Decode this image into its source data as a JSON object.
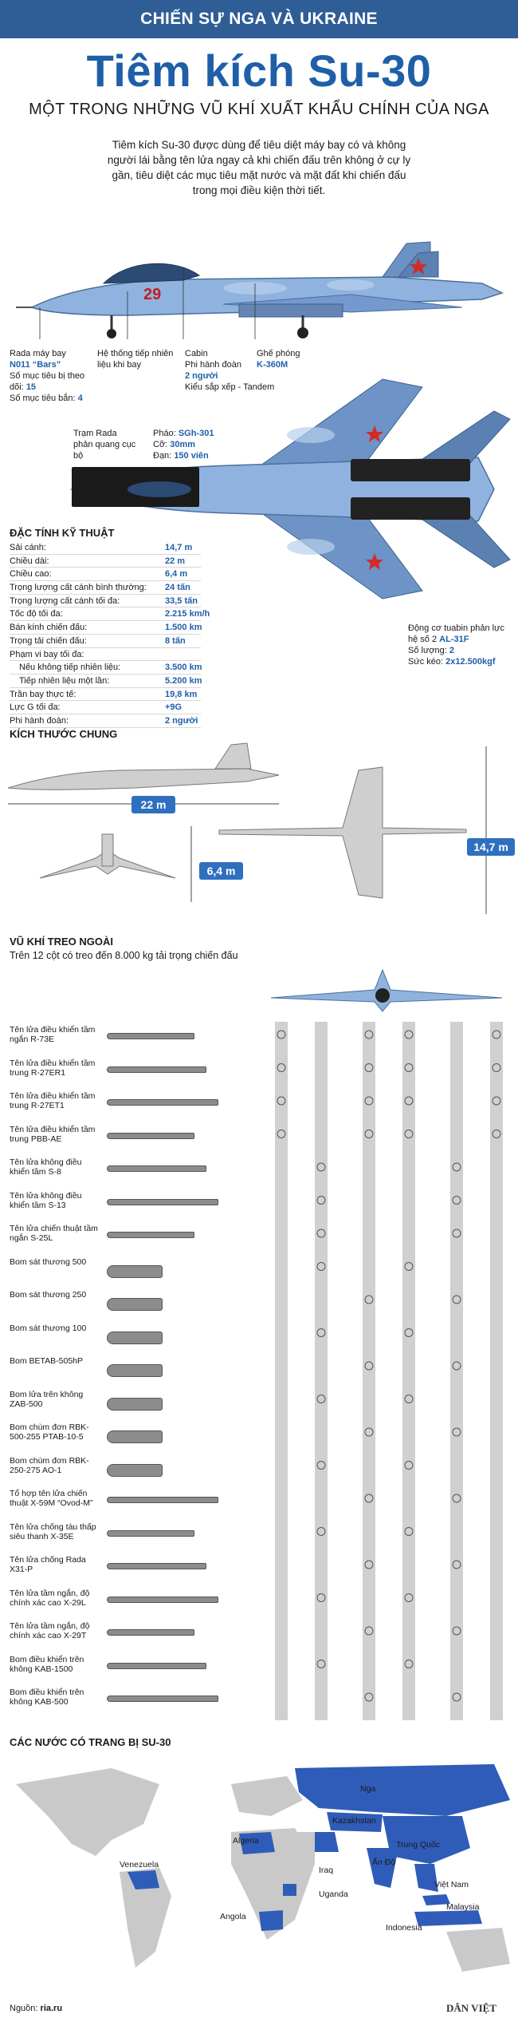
{
  "header": {
    "banner": "CHIẾN SỰ NGA VÀ UKRAINE",
    "title": "Tiêm kích Su-30",
    "subtitle": "MỘT TRONG NHỮNG VŨ KHÍ XUẤT KHẨU CHÍNH CỦA NGA",
    "intro": "Tiêm kích Su-30 được dùng để tiêu diệt máy bay có và không người lái bằng tên lửa ngay cả khi chiến đấu trên không ở cự ly gần, tiêu diệt các mục tiêu mặt nước và mặt đất khi chiến đấu trong mọi điều kiện thời tiết."
  },
  "side_view": {
    "tail_number": "29",
    "callouts": {
      "radar_title": "Rada máy bay",
      "radar_model": "N011 “Bars”",
      "radar_targets_label": "Số mục tiêu bị theo dõi:",
      "radar_targets": "15",
      "radar_attack_label": "Số mục tiêu bắn:",
      "radar_attack": "4",
      "refuel": "Hệ thống tiếp nhiên liệu khi bay",
      "cabin_title": "Cabin",
      "cabin_crew_label": "Phi hành đoàn",
      "cabin_crew": "2 người",
      "cabin_layout": "Kiểu sắp xếp - Tandem",
      "seat_title": "Ghế phóng",
      "seat_model": "K-360M"
    }
  },
  "top_view": {
    "callouts": {
      "irst": "Trạm Rada phản quang cục bộ",
      "gun_label": "Pháo:",
      "gun_model": "SGh-301",
      "caliber_label": "Cỡ:",
      "caliber": "30mm",
      "ammo_label": "Đạn:",
      "ammo": "150 viên",
      "engine_title": "Động cơ tuabin phản lực hệ số 2",
      "engine_model": "AL-31F",
      "engine_count_label": "Số lượng:",
      "engine_count": "2",
      "thrust_label": "Sức kéo:",
      "thrust": "2x12.500kgf"
    }
  },
  "specs": {
    "heading": "ĐẶC TÍNH KỸ THUẬT",
    "rows": [
      {
        "k": "Sải cánh:",
        "v": "14,7 m",
        "ind": false
      },
      {
        "k": "Chiều dài:",
        "v": "22 m",
        "ind": false
      },
      {
        "k": "Chiều cao:",
        "v": "6,4 m",
        "ind": false
      },
      {
        "k": "Trọng lượng cất cánh bình thường:",
        "v": "24 tấn",
        "ind": false
      },
      {
        "k": "Trọng lượng cất cánh tối đa:",
        "v": "33,5 tấn",
        "ind": false
      },
      {
        "k": "Tốc độ tối đa:",
        "v": "2.215 km/h",
        "ind": false
      },
      {
        "k": "Bán kính chiến đấu:",
        "v": "1.500 km",
        "ind": false
      },
      {
        "k": "Trọng tải chiến đấu:",
        "v": "8 tấn",
        "ind": false
      },
      {
        "k": "Phạm vi bay tối đa:",
        "v": "",
        "ind": false
      },
      {
        "k": "Nếu không tiếp nhiên liệu:",
        "v": "3.500 km",
        "ind": true
      },
      {
        "k": "Tiếp nhiên liệu một lần:",
        "v": "5.200 km",
        "ind": true
      },
      {
        "k": "Trần bay thực tế:",
        "v": "19,8 km",
        "ind": false
      },
      {
        "k": "Lực G tối đa:",
        "v": "+9G",
        "ind": false
      },
      {
        "k": "Phi hành đoàn:",
        "v": "2 người",
        "ind": false
      }
    ]
  },
  "dimensions": {
    "heading": "KÍCH THƯỚC CHUNG",
    "length": "22 m",
    "height": "6,4 m",
    "span": "14,7 m"
  },
  "weapons": {
    "heading": "VŨ KHÍ TREO NGOÀI",
    "subheading": "Trên 12 cột có treo đến 8.000 kg tải trọng chiến đấu",
    "items": [
      "Tên lửa điều khiển tầm ngắn R-73E",
      "Tên lửa điều khiển tầm trung R-27ER1",
      "Tên lửa điều khiển tầm trung R-27ET1",
      "Tên lửa điều khiển tầm trung PBB-AE",
      "Tên lửa không điều khiển tầm S-8",
      "Tên lửa không điều khiển tầm S-13",
      "Tên lửa chiến thuật tầm ngắn S-25L",
      "Bom sát thương 500",
      "Bom sát thương 250",
      "Bom sát thương 100",
      "Bom BETAB-505hP",
      "Bom lửa trên không ZAB-500",
      "Bom chùm đơn RBK-500-255 PTAB-10-5",
      "Bom chùm đơn RBK-250-275 AO-1",
      "Tổ hợp tên lửa chiến thuật X-59M “Ovod-M”",
      "Tên lửa chống tàu thấp siêu thanh X-35E",
      "Tên lửa chống Rada X31-P",
      "Tên lửa tầm ngắn, độ chính xác cao X-29L",
      "Tên lửa tầm ngắn, độ chính xác cao X-29T",
      "Bom điều khiển trên không KAB-1500",
      "Bom điều khiển trên không KAB-500"
    ]
  },
  "map": {
    "heading": "CÁC NƯỚC CÓ TRANG BỊ SU-30",
    "countries": [
      "Nga",
      "Kazakhstan",
      "Trung Quốc",
      "Algeria",
      "Ấn Độ",
      "Venezuela",
      "Iraq",
      "Việt Nam",
      "Uganda",
      "Malaysia",
      "Angola",
      "Indonesia"
    ]
  },
  "footer": {
    "source_label": "Nguồn:",
    "source": "ria.ru",
    "brand": "DÂN VIỆT"
  },
  "colors": {
    "accent": "#1e5fa8",
    "banner": "#2f5d96",
    "map_highlight": "#2f5cb8",
    "map_base": "#c9c9c9"
  }
}
